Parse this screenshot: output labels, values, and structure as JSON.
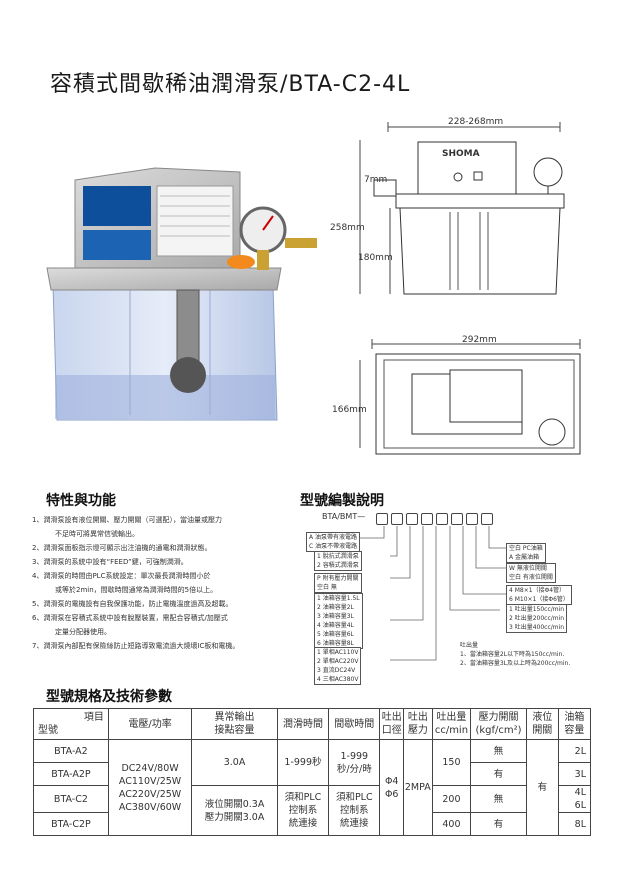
{
  "title": "容積式間歇稀油潤滑泵/BTA-C2-4L",
  "drawing": {
    "width_range": "228-268mm",
    "top_offset": "7mm",
    "height_total": "258mm",
    "height_tank": "180mm",
    "width_top": "292mm",
    "depth": "166mm",
    "brand": "SHOMA"
  },
  "features": {
    "heading": "特性與功能",
    "items": [
      "1、潤滑泵設有液位開關、壓力開關（可選配），當油量或壓力",
      "不足時可將異常信號輸出。",
      "2、潤滑泵面板指示燈可顯示出注油機的通電和潤滑狀態。",
      "3、潤滑泵的系統中設有“FEED”鍵，可強制潤滑。",
      "4、潤滑泵的時間由PLC系統設定：單次最長潤滑時間小於",
      "或等於2min，間歇時間通常為潤滑時間的5倍以上。",
      "5、潤滑泵的電機設有自我保護功能，防止電機溫度過高及超載。",
      "6、潤滑泵在容積式系統中設有脫壓裝置，需配合容積式/加壓式",
      "定量分配器使用。",
      "7、潤滑泵內部配有保險絲防止短路導致電流過大燒壞IC板和電機。"
    ]
  },
  "model_code": {
    "heading": "型號編製說明",
    "prefix": "BTA/BMT—",
    "slots": 8,
    "group_a": [
      "A  油泵帶有液電路",
      "C  油泵不帶液電路"
    ],
    "group_1": [
      "1  脫抗式潤滑泵",
      "2  容積式潤滑泵"
    ],
    "group_p": [
      "P  附有壓力開關",
      "空白        無"
    ],
    "group_oil": [
      "1  油箱容量1.5L",
      "2  油箱容量2L",
      "3  油箱容量3L",
      "4  油箱容量4L",
      "5  油箱容量6L",
      "6  油箱容量8L"
    ],
    "group_v": [
      "1  單相AC110V",
      "2  單相AC220V",
      "3  直流DC24V",
      "4  三相AC380V"
    ],
    "group_right1": [
      "空白     PC油箱",
      "A      金屬油箱"
    ],
    "group_right2": [
      "W    無液位開關",
      "空白  有液位開關"
    ],
    "group_right3": [
      "4   M8×1（接Φ4管）",
      "6   M10×1（接Φ6管）"
    ],
    "group_right4": [
      "1  吐出量150cc/min",
      "2  吐出量200cc/min",
      "3  吐出量400cc/min"
    ],
    "note_title": "吐出量",
    "note_lines": [
      "1、當油箱容量2L以下時為150cc/min.",
      "2、當油箱容量3L及以上時為200cc/min."
    ]
  },
  "spec": {
    "heading": "型號規格及技術參數",
    "headers": {
      "item": "項目",
      "model": "型號",
      "voltage": "電壓/功率",
      "alarm": "異常輸出\n接點容量",
      "lube_time": "潤滑時間",
      "interval": "間歇時間",
      "outlet": "吐出\n口徑",
      "pressure": "吐出\n壓力",
      "flow": "吐出量\ncc/min",
      "pswitch": "壓力開關\n(kgf/cm²)",
      "level": "液位\n開關",
      "tank": "油箱\n容量"
    },
    "models": [
      "BTA-A2",
      "BTA-A2P",
      "BTA-C2",
      "BTA-C2P"
    ],
    "voltage": "DC24V/80W\nAC110V/25W\nAC220V/25W\nAC380V/60W",
    "alarm_a": "3.0A",
    "alarm_c": "液位開關0.3A\n壓力開關3.0A",
    "lube_a": "1-999秒",
    "lube_c": "須和PLC\n控制系\n統連接",
    "interval_a": "1-999\n秒/分/時",
    "interval_c": "須和PLC\n控制系\n統連接",
    "outlet": "Φ4\nΦ6",
    "pressure": "2MPA",
    "flow": [
      "150",
      "200",
      "400"
    ],
    "pswitch": [
      "無",
      "有",
      "無",
      "有"
    ],
    "level": "有",
    "tank": [
      "2L",
      "3L",
      "4L",
      "6L",
      "8L"
    ]
  }
}
